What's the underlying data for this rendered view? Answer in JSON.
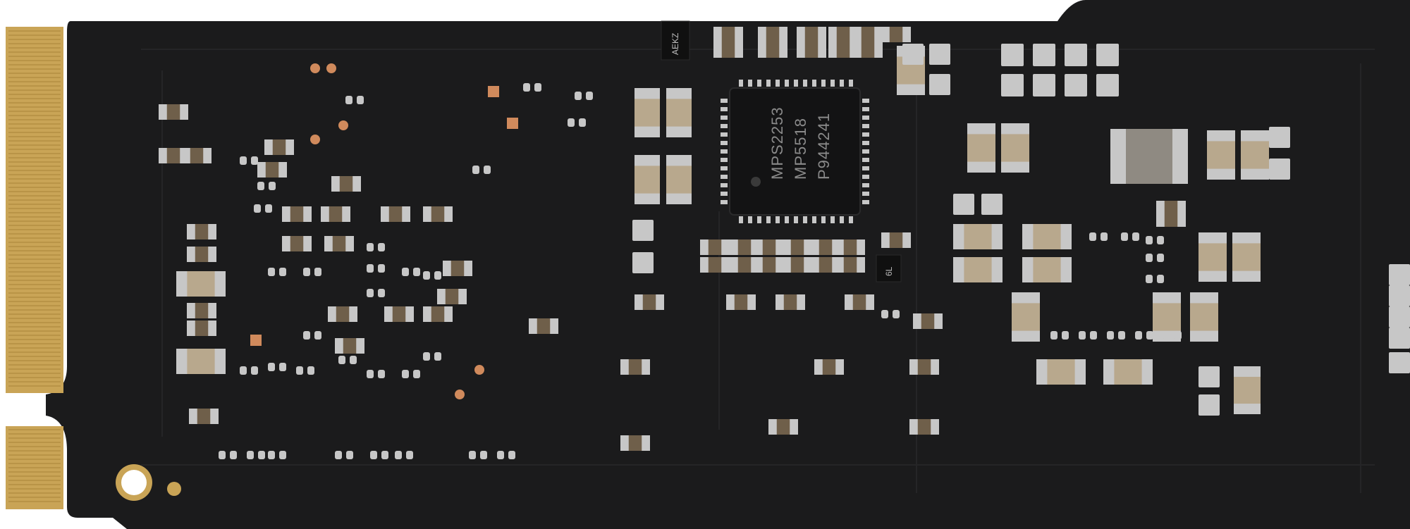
{
  "photo": {
    "subject": "M.2 SSD circuit board, back side",
    "colors": {
      "background": "#ffffff",
      "pcb": "#1b1b1c",
      "gold_contacts": "#c9a456",
      "solder_pad": "#c7c7c7",
      "capacitor_body": "#b8a88d",
      "resistor_body": "#6f5f4a",
      "copper_via": "#d08a5c"
    }
  },
  "chips": [
    {
      "name": "controller-chip",
      "lines": [
        "MPS2253",
        "MP5518",
        "P944241"
      ]
    },
    {
      "name": "small-chip-top",
      "lines": [
        "AEKZ"
      ]
    },
    {
      "name": "small-chip-right",
      "lines": [
        "6L"
      ]
    }
  ]
}
